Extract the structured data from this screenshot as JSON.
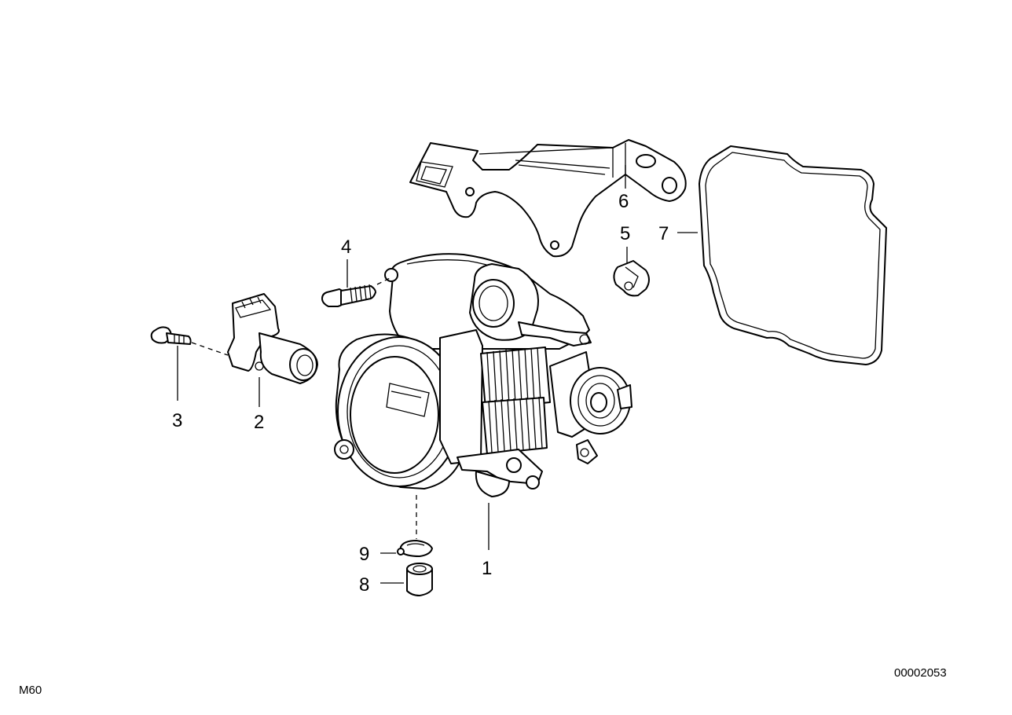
{
  "callouts": [
    {
      "id": "1",
      "label": "1"
    },
    {
      "id": "2",
      "label": "2"
    },
    {
      "id": "3",
      "label": "3"
    },
    {
      "id": "4",
      "label": "4"
    },
    {
      "id": "5",
      "label": "5"
    },
    {
      "id": "6",
      "label": "6"
    },
    {
      "id": "7",
      "label": "7"
    },
    {
      "id": "8",
      "label": "8"
    },
    {
      "id": "9",
      "label": "9"
    }
  ],
  "diagram_code": "00002053",
  "model_code": "M60"
}
